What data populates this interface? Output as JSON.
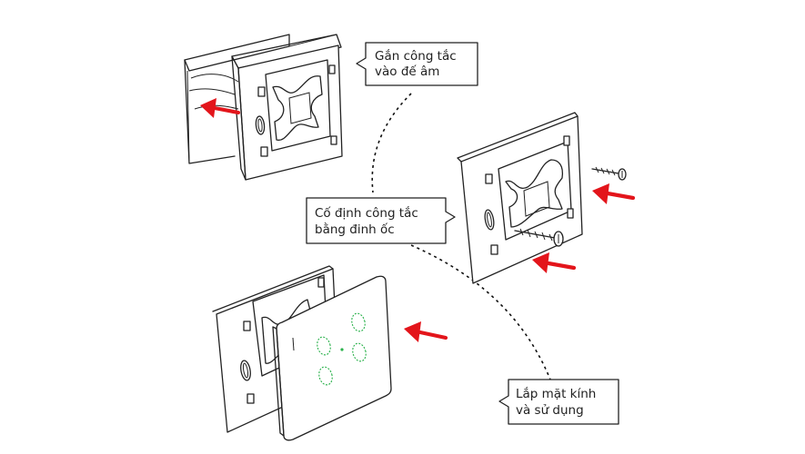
{
  "steps": [
    {
      "line1": "Gắn công tắc",
      "line2": "vào đế âm"
    },
    {
      "line1": "Cố định công tắc",
      "line2": "bằng đinh ốc"
    },
    {
      "line1": "Lắp mặt kính",
      "line2": "và sử dụng"
    }
  ],
  "colors": {
    "arrow": "#e3151b",
    "touch_ring": "#2bb24c",
    "outline": "#222222"
  },
  "icons": [
    "arrow-left-icon",
    "screw-icon"
  ]
}
